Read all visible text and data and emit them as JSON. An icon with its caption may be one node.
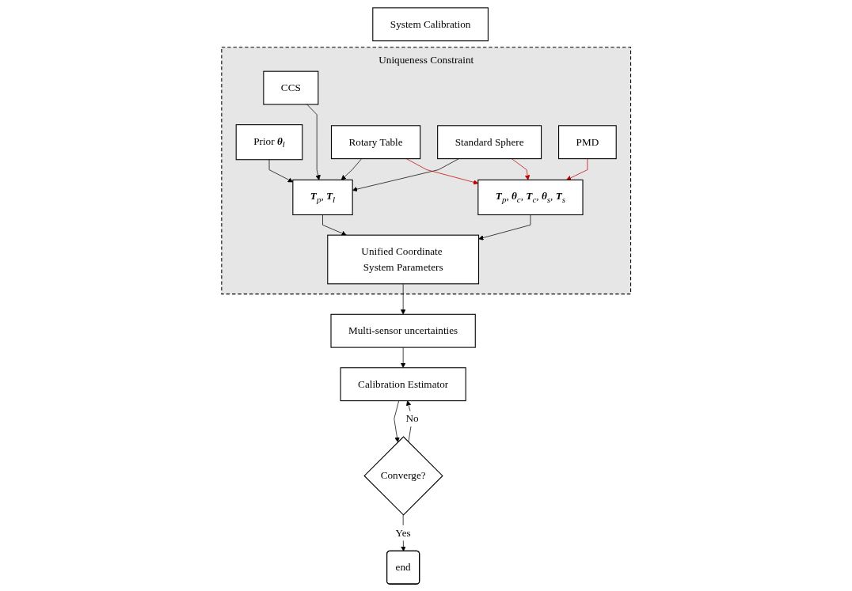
{
  "diagram": {
    "nodes": [
      {
        "text": [
          "System Calibration"
        ]
      },
      {
        "text": [
          "Uniqueness Constraint"
        ]
      },
      {
        "text": [
          "CCS"
        ],
        "in": 1
      },
      {
        "text": [
          "Rotary Table"
        ],
        "in": 1
      },
      {
        "text": [
          "Standard Sphere"
        ],
        "in": 1
      },
      {
        "text": [
          "PMD"
        ],
        "in": 1
      },
      {
        "text": [
          "Prior **θ**$_{l}$"
        ],
        "in": 1
      },
      {
        "text": [
          "**T**$_{p}$, **T**$_{l}$"
        ],
        "in": 1
      },
      {
        "text": [
          "**T**$_{p}$, **θ**$_{c}$, **T**$_{c}$, **θ**$_{s}$, **T**$_{s}$"
        ],
        "in": 1
      },
      {
        "text": [
          "Unified Coordinate System Parameters"
        ],
        "in": 1
      },
      {
        "text": [
          "Multi-sensor uncertainties"
        ]
      },
      {
        "text": [
          "Calibration Estimator"
        ]
      },
      {
        "text": [
          "Converge?"
        ]
      },
      {
        "text": [
          "end"
        ]
      }
    ],
    "edges": [
      {
        "from": 2,
        "to": 7,
        "arrow": "to"
      },
      {
        "from": 3,
        "to": 7,
        "arrow": "to"
      },
      {
        "from": 4,
        "to": 7,
        "arrow": "to"
      },
      {
        "from": 6,
        "to": 7,
        "arrow": "to"
      },
      {
        "from": 3,
        "to": 8,
        "arrow": "to",
        "color": "#c00000"
      },
      {
        "from": 4,
        "to": 8,
        "arrow": "to",
        "color": "#c00000"
      },
      {
        "from": 5,
        "to": 8,
        "arrow": "to",
        "color": "#c00000"
      },
      {
        "from": 7,
        "to": 9,
        "arrow": "to"
      },
      {
        "from": 8,
        "to": 9,
        "arrow": "to"
      },
      {
        "from": 9,
        "to": 10,
        "arrow": "to"
      },
      {
        "from": 10,
        "to": 11,
        "arrow": "to"
      },
      {
        "from": 11,
        "to": 12,
        "arrow": "to"
      },
      {
        "from": 12,
        "to": 13,
        "label": "Yes",
        "arrow": "to"
      },
      {
        "from": 12,
        "to": 11,
        "label": "No",
        "arrow": "to"
      }
    ]
  }
}
